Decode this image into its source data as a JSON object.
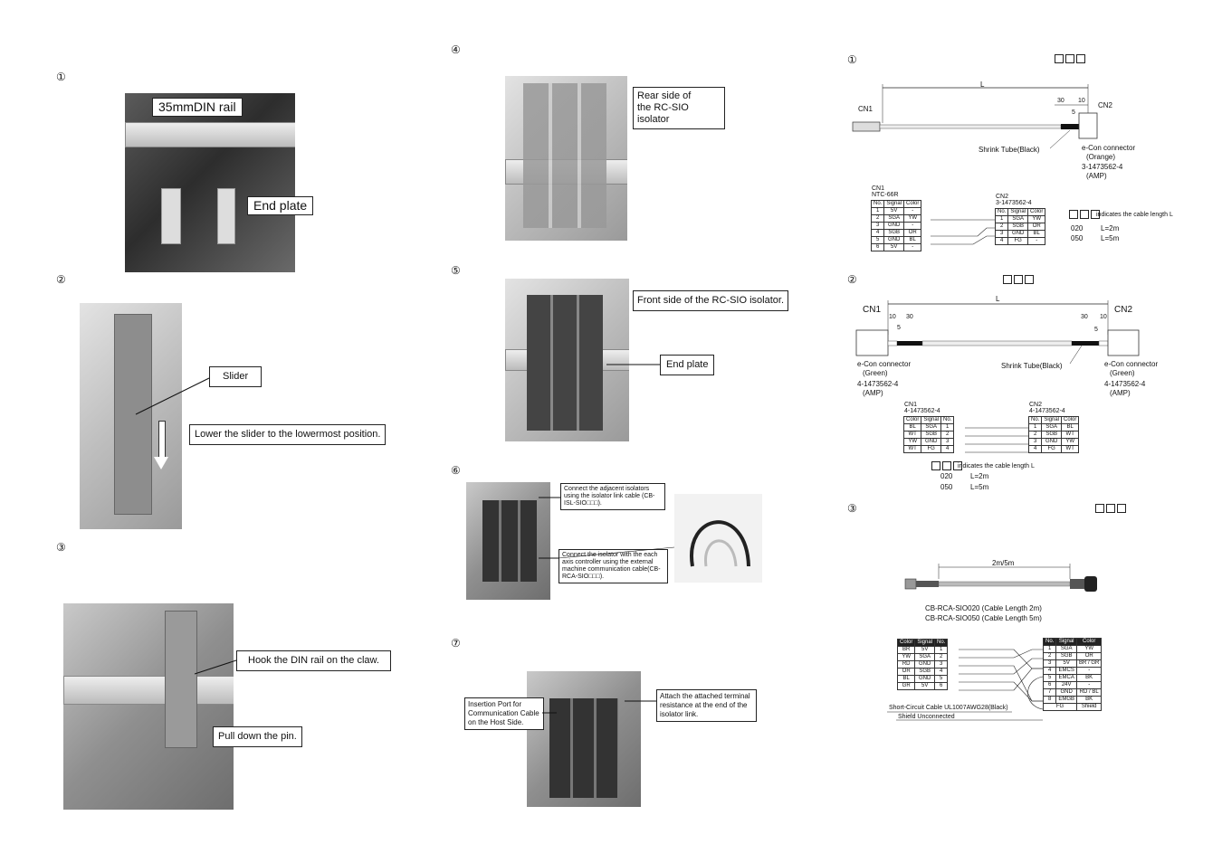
{
  "col1": {
    "step1": {
      "num": "①",
      "rail_label": "35mmDIN rail",
      "end_plate": "End plate"
    },
    "step2": {
      "num": "②",
      "slider": "Slider",
      "lower": "Lower the slider to the lowermost position."
    },
    "step3": {
      "num": "③",
      "hook": "Hook the DIN rail on the claw.",
      "pull": "Pull down the pin."
    }
  },
  "col2": {
    "step4": {
      "num": "④",
      "rear_line1": "Rear side of",
      "rear_line2": "the RC-SIO isolator"
    },
    "step5": {
      "num": "⑤",
      "front": "Front side of the RC-SIO isolator.",
      "end_plate": "End plate"
    },
    "step6": {
      "num": "⑥",
      "adjacent": "Connect the adjacent isolators using the isolator link cable (CB-ISL-SIO□□□).",
      "external": "Connect the isolator with the each axis controller using the external machine communication cable(CB-RCA-SIO□□□)."
    },
    "step7": {
      "num": "⑦",
      "insertion": "Insertion Port for Communication Cable on the Host Side.",
      "terminal": "Attach the attached terminal resistance at the end of the isolator link."
    }
  },
  "col3": {
    "d1": {
      "num": "①",
      "L": "L",
      "cn1": "CN1",
      "cn2": "CN2",
      "d30": "30",
      "d10": "10",
      "d5": "5",
      "shrink": "Shrink Tube(Black)",
      "econ": "e-Con connector",
      "orange": "(Orange)",
      "part": "3-1473562-4",
      "amp": "(AMP)",
      "t1_title": "CN1",
      "t1_sub": "NTC-66R",
      "t1_head": [
        "No.",
        "Signal",
        "Color"
      ],
      "t1_rows": [
        [
          "1",
          "5V",
          "-"
        ],
        [
          "2",
          "SGA",
          "YW"
        ],
        [
          "3",
          "GND",
          "-"
        ],
        [
          "4",
          "SGB",
          "OR"
        ],
        [
          "5",
          "GND",
          "BL"
        ],
        [
          "6",
          "5V",
          "-"
        ]
      ],
      "t2_title": "CN2",
      "t2_sub": "3-1473562-4",
      "t2_head": [
        "No.",
        "Signal",
        "Color"
      ],
      "t2_rows": [
        [
          "1",
          "SGA",
          "YW"
        ],
        [
          "2",
          "SGB",
          "OR"
        ],
        [
          "3",
          "GND",
          "BL"
        ],
        [
          "4",
          "FG",
          "-"
        ]
      ],
      "indicates": "indicates the cable length L",
      "l020": "020",
      "l020v": "L=2m",
      "l050": "050",
      "l050v": "L=5m"
    },
    "d2": {
      "num": "②",
      "L": "L",
      "cn1": "CN1",
      "cn2": "CN2",
      "d10": "10",
      "d30": "30",
      "d5": "5",
      "shrink": "Shrink Tube(Black)",
      "econ": "e-Con connector",
      "green": "(Green)",
      "part": "4-1473562-4",
      "amp": "(AMP)",
      "t1_title": "CN1",
      "t1_sub": "4-1473562-4",
      "t1_head": [
        "Color",
        "Signal",
        "No."
      ],
      "t1_rows": [
        [
          "BL",
          "SGA",
          "1"
        ],
        [
          "WT",
          "SGB",
          "2"
        ],
        [
          "YW",
          "GND",
          "3"
        ],
        [
          "WT",
          "FG",
          "4"
        ]
      ],
      "t2_title": "CN2",
      "t2_sub": "4-1473562-4",
      "t2_head": [
        "No.",
        "Signal",
        "Color"
      ],
      "t2_rows": [
        [
          "1",
          "SGA",
          "BL"
        ],
        [
          "2",
          "SGB",
          "WT"
        ],
        [
          "3",
          "GND",
          "YW"
        ],
        [
          "4",
          "FG",
          "WT"
        ]
      ],
      "indicates": "indicates the cable length L",
      "l020": "020",
      "l020v": "L=2m",
      "l050": "050",
      "l050v": "L=5m"
    },
    "d3": {
      "num": "③",
      "len": "2m/5m",
      "model1": "CB-RCA-SIO020 (Cable Length 2m)",
      "model2": "CB-RCA-SIO050 (Cable Length 5m)",
      "t1_head": [
        "Color",
        "Signal",
        "No."
      ],
      "t1_rows": [
        [
          "BR",
          "5V",
          "1"
        ],
        [
          "YW",
          "SGA",
          "2"
        ],
        [
          "RD",
          "GND",
          "3"
        ],
        [
          "OR",
          "SGB",
          "4"
        ],
        [
          "BL",
          "GND",
          "5"
        ],
        [
          "GR",
          "5V",
          "6"
        ]
      ],
      "t2_head": [
        "No.",
        "Signal",
        "Color"
      ],
      "t2_rows": [
        [
          "1",
          "SGA",
          "YW"
        ],
        [
          "2",
          "SGB",
          "OR"
        ],
        [
          "3",
          "5V",
          "BR / GR"
        ],
        [
          "4",
          "EMCS",
          "-"
        ],
        [
          "5",
          "EMCA",
          "BK"
        ],
        [
          "6",
          "24V",
          "-"
        ],
        [
          "7",
          "GND",
          "RD / BL"
        ],
        [
          "8",
          "EMGB",
          "BK"
        ]
      ],
      "t2_last": [
        "FG",
        "Shield"
      ],
      "short": "Short-Circuit Cable   UL1007AWG28(Black)",
      "shield": "Shield Unconnected"
    }
  }
}
